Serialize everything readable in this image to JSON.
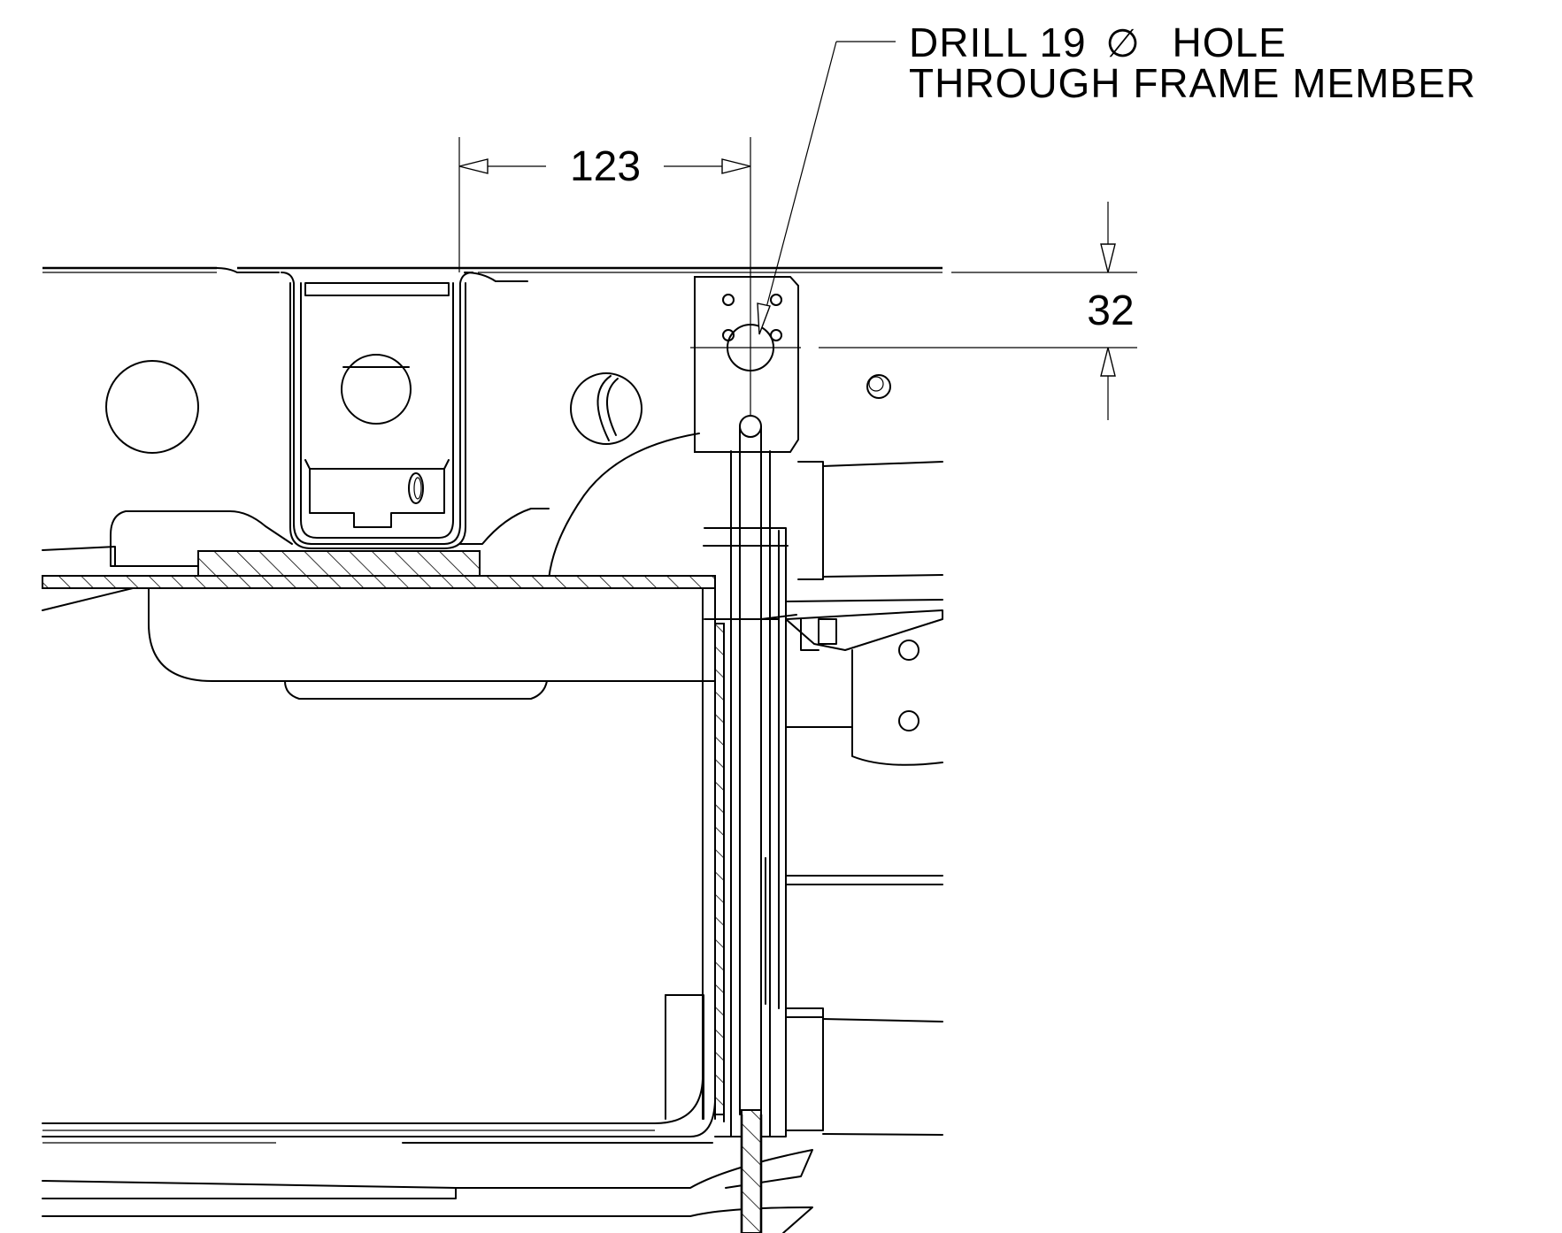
{
  "note": {
    "line1_prefix": "DRILL 19",
    "diameter_symbol": "∅",
    "line1_suffix": "HOLE",
    "line2": "THROUGH FRAME MEMBER"
  },
  "dimensions": {
    "horizontal": "123",
    "vertical": "32"
  }
}
